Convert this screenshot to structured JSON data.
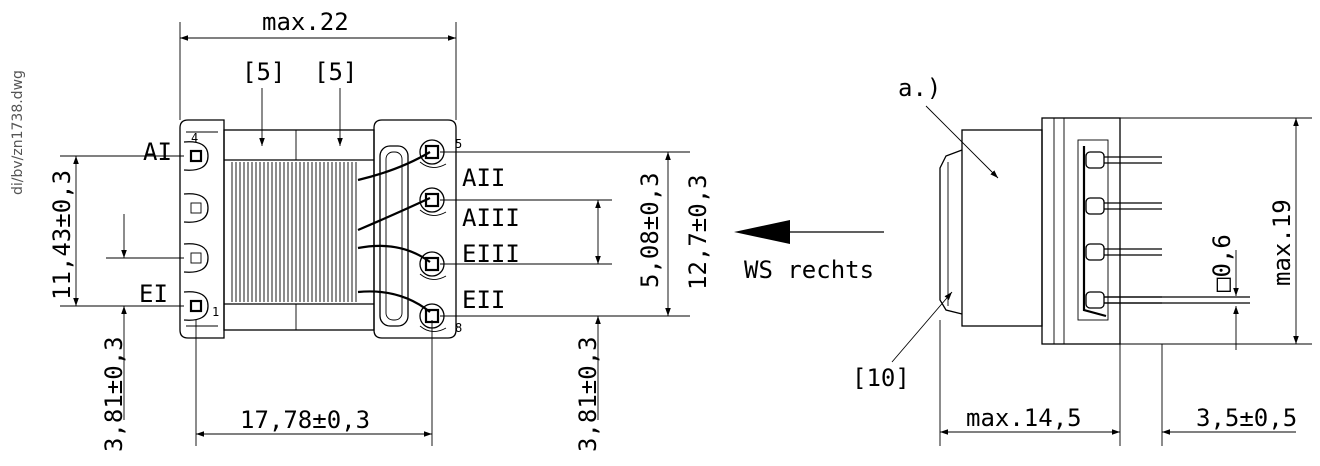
{
  "file_name": "di/bv/zn1738.dwg",
  "front_view": {
    "width_max": "max.22",
    "core_ref_1": "[5]",
    "core_ref_2": "[5]",
    "pin_label_4": "4",
    "pin_label_1": "1",
    "pin_label_5": "5",
    "pin_label_8": "8",
    "winding_AI": "AI",
    "winding_EI": "EI",
    "winding_AII": "AII",
    "winding_AIII": "AIII",
    "winding_EIII": "EIII",
    "winding_EII": "EII",
    "dim_left_height": "11,43±0,3",
    "dim_left_offset": "3,81±0,3",
    "dim_pin_spacing": "17,78±0,3",
    "dim_right_offset": "3,81±0,3",
    "dim_inner_height": "5,08±0,3",
    "dim_right_height": "12,7±0,3"
  },
  "view_direction": {
    "label": "WS rechts"
  },
  "side_view": {
    "note_a": "a.)",
    "ref_10": "[10]",
    "height_max": "max.19",
    "pin_square": "□0,6",
    "depth_max": "max.14,5",
    "pin_length": "3,5±0,5"
  }
}
